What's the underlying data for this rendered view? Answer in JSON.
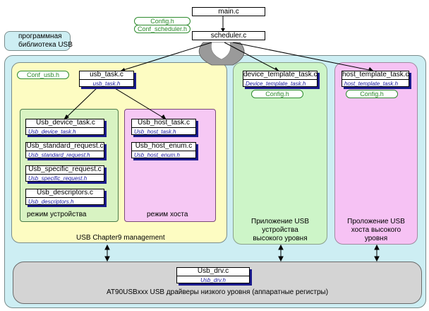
{
  "top": {
    "main": "main.c",
    "config_h": "Config.h",
    "conf_scheduler_h": "Conf_scheduler.h",
    "scheduler": "scheduler.c",
    "library_label": "программная\nбиблиотека USB"
  },
  "chapter9": {
    "conf_usb_h": "Conf_usb.h",
    "usb_task_c": "usb_task.c",
    "usb_task_h": "usb_task.h",
    "label": "USB Chapter9 management",
    "device_mode": {
      "label": "режим устройства",
      "files": [
        {
          "c": "Usb_device_task.c",
          "h": "Usb_device_task.h"
        },
        {
          "c": "Usb_standard_request.c",
          "h": "Usb_standard_request.h"
        },
        {
          "c": "Usb_specific_request.c",
          "h": "Usb_specific_request.h"
        },
        {
          "c": "Usb_descriptors.c",
          "h": "Usb_descriptors.h"
        }
      ]
    },
    "host_mode": {
      "label": "режим хоста",
      "files": [
        {
          "c": "Usb_host_task.c",
          "h": "Usb_host_task.h"
        },
        {
          "c": "Usb_host_enum.c",
          "h": "Usb_host_enum.h"
        }
      ]
    }
  },
  "device_app": {
    "c": "device_template_task.c",
    "h": "Device_template_task.h",
    "config": "Config.h",
    "label": "Приложение USB\nустройства\nвысокого уровня"
  },
  "host_app": {
    "c": "host_template_task.c",
    "h": "host_template_task.h",
    "config": "Config.h",
    "label": "Проложение USB\nхоста высокого\nуровня"
  },
  "driver": {
    "c": "Usb_drv.c",
    "h": "Usb_drv.h",
    "label": "AT90USBxxx USB драйверы низкого уровня (аппаратные регистры)"
  },
  "colors": {
    "outer_region": "#cdeef3",
    "chapter9_region": "#fdfcc2",
    "device_mode_region": "#d8f3c2",
    "host_mode_region": "#f6c8f4",
    "device_app_region": "#cdf5c8",
    "host_app_region": "#f6c2f4",
    "driver_region": "#d4d4d4",
    "h_text": "#1a1aa0",
    "pill_border": "#2e8b2e"
  }
}
